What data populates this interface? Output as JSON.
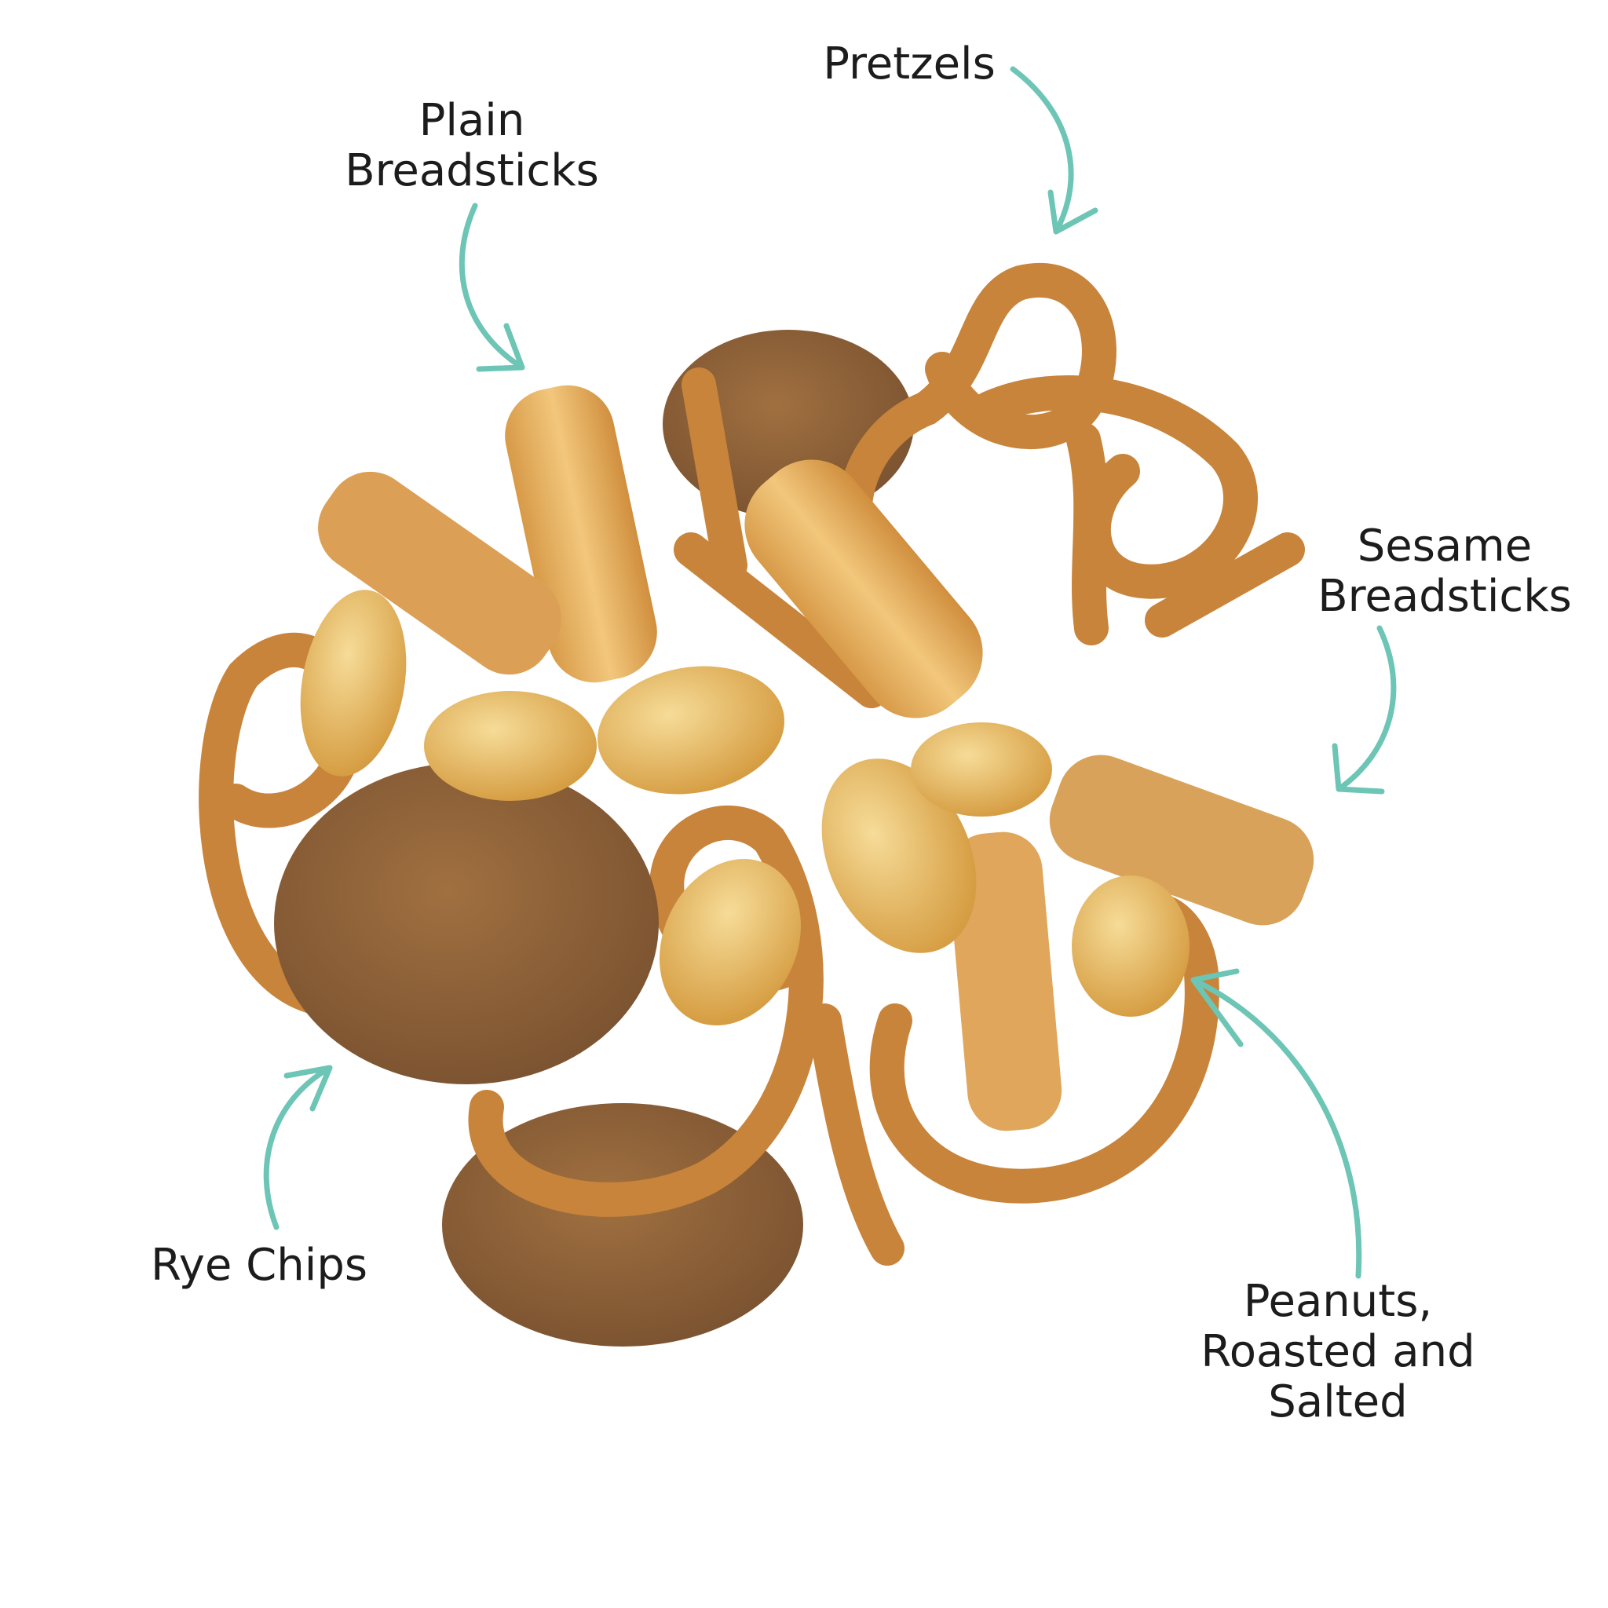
{
  "labels": {
    "pretzels": "Pretzels",
    "plain_breadsticks": [
      "Plain",
      "Breadsticks"
    ],
    "sesame_breadsticks": [
      "Sesame",
      "Breadsticks"
    ],
    "rye_chips": "Rye Chips",
    "peanuts": [
      "Peanuts,",
      "Roasted and",
      "Salted"
    ]
  },
  "colors": {
    "arrow": "#6cc5b5",
    "pretzel": "#c8843a",
    "breadstick": "#e2ac5c",
    "rye_chip": "#8e6236",
    "peanut": "#e8bb5e"
  }
}
